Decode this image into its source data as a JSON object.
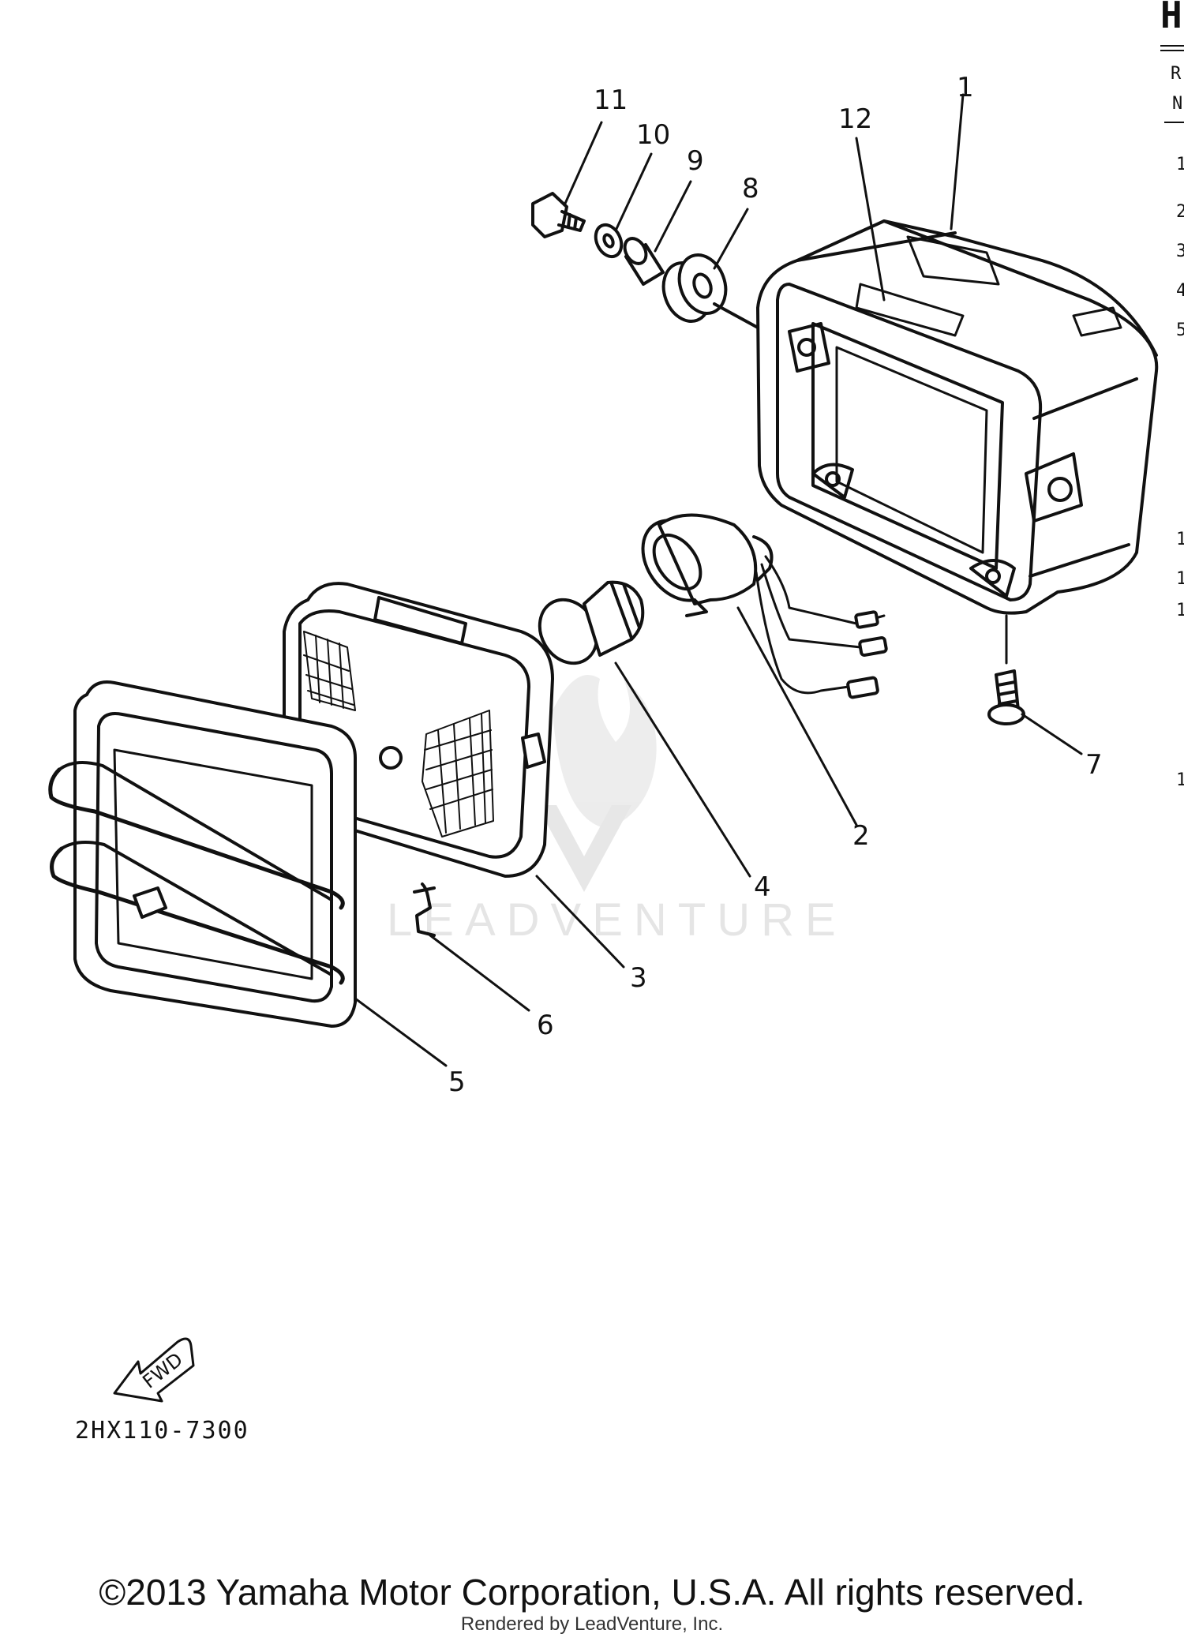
{
  "diagram": {
    "callouts": [
      "1",
      "2",
      "3",
      "4",
      "5",
      "6",
      "7",
      "8",
      "9",
      "10",
      "11",
      "12"
    ],
    "fwd_label": "FWD",
    "diagram_code": "2HX110-7300",
    "watermark": "LEADVENTURE",
    "edge_heading": "H",
    "edge_col1": "R",
    "edge_col2": "N",
    "edge_rows": [
      "1",
      "2",
      "3",
      "4",
      "5",
      "1",
      "1",
      "1",
      "1"
    ]
  },
  "footer": {
    "copyright": "©2013 Yamaha Motor Corporation, U.S.A. All rights reserved.",
    "rendered_by": "Rendered by LeadVenture, Inc."
  }
}
